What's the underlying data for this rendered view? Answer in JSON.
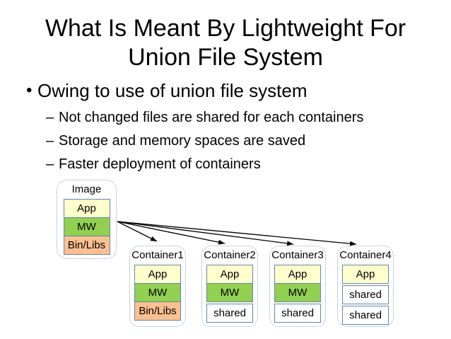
{
  "slide": {
    "title": "What Is Meant By Lightweight For\nUnion File System",
    "bullet_glyph": "•",
    "dash_glyph": "–",
    "bullet": "Owing to use of union file system",
    "sub_bullets": [
      "Not changed files are shared for each containers",
      "Storage and memory spaces are saved",
      "Faster deployment of containers"
    ]
  },
  "diagram": {
    "image_box": {
      "title": "Image",
      "layers": [
        {
          "label": "App",
          "bg": "#ffffcc"
        },
        {
          "label": "MW",
          "bg": "#92d050"
        },
        {
          "label": "Bin/Libs",
          "bg": "#fac090"
        }
      ]
    },
    "containers": [
      {
        "title": "Container1",
        "layers": [
          {
            "label": "App",
            "bg": "#ffffcc"
          },
          {
            "label": "MW",
            "bg": "#92d050"
          },
          {
            "label": "Bin/Libs",
            "bg": "#fac090"
          }
        ]
      },
      {
        "title": "Container2",
        "layers": [
          {
            "label": "App",
            "bg": "#ffffcc"
          },
          {
            "label": "MW",
            "bg": "#92d050"
          },
          {
            "label": "shared",
            "bg": "#ffffff"
          }
        ]
      },
      {
        "title": "Container3",
        "layers": [
          {
            "label": "App",
            "bg": "#ffffcc"
          },
          {
            "label": "MW",
            "bg": "#92d050"
          },
          {
            "label": "shared",
            "bg": "#ffffff"
          }
        ]
      },
      {
        "title": "Container4",
        "layers": [
          {
            "label": "App",
            "bg": "#ffffcc"
          },
          {
            "label": "shared",
            "bg": "#ffffff"
          },
          {
            "label": "shared",
            "bg": "#ffffff"
          }
        ]
      }
    ],
    "colors": {
      "layer_border": "#6286ad",
      "outer_border": "#8fa8c6",
      "arrow": "#000000",
      "text": "#000000",
      "background": "#ffffff"
    }
  }
}
